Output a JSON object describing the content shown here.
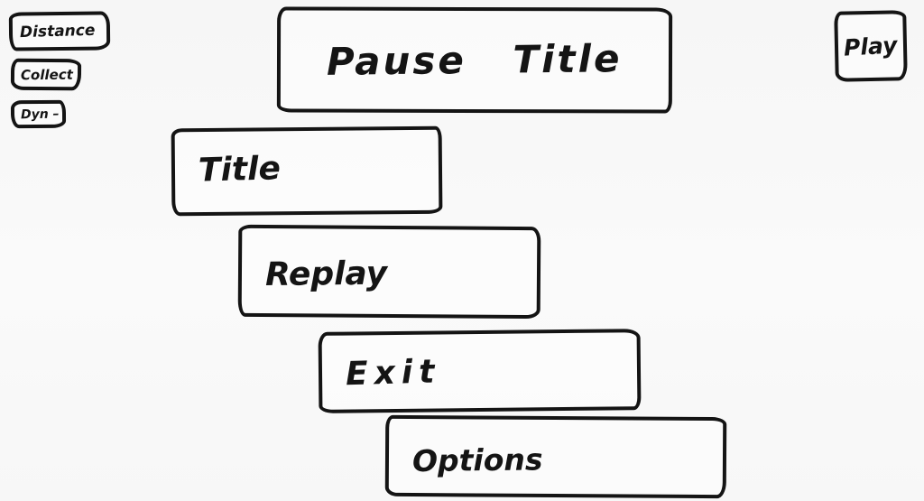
{
  "canvas": {
    "background": "#f8f8f8",
    "ink": "#141414",
    "description": "Hand-drawn game UI wireframe sketch: pause menu"
  },
  "hud": {
    "items": [
      {
        "label": "Distance"
      },
      {
        "label": "Collect"
      },
      {
        "label": "Dyn –"
      }
    ]
  },
  "header": {
    "title": "Pause Title"
  },
  "play": {
    "label": "Play"
  },
  "menu": {
    "items": [
      {
        "label": "Title"
      },
      {
        "label": "Replay"
      },
      {
        "label": "Exit"
      },
      {
        "label": "Options"
      }
    ]
  }
}
